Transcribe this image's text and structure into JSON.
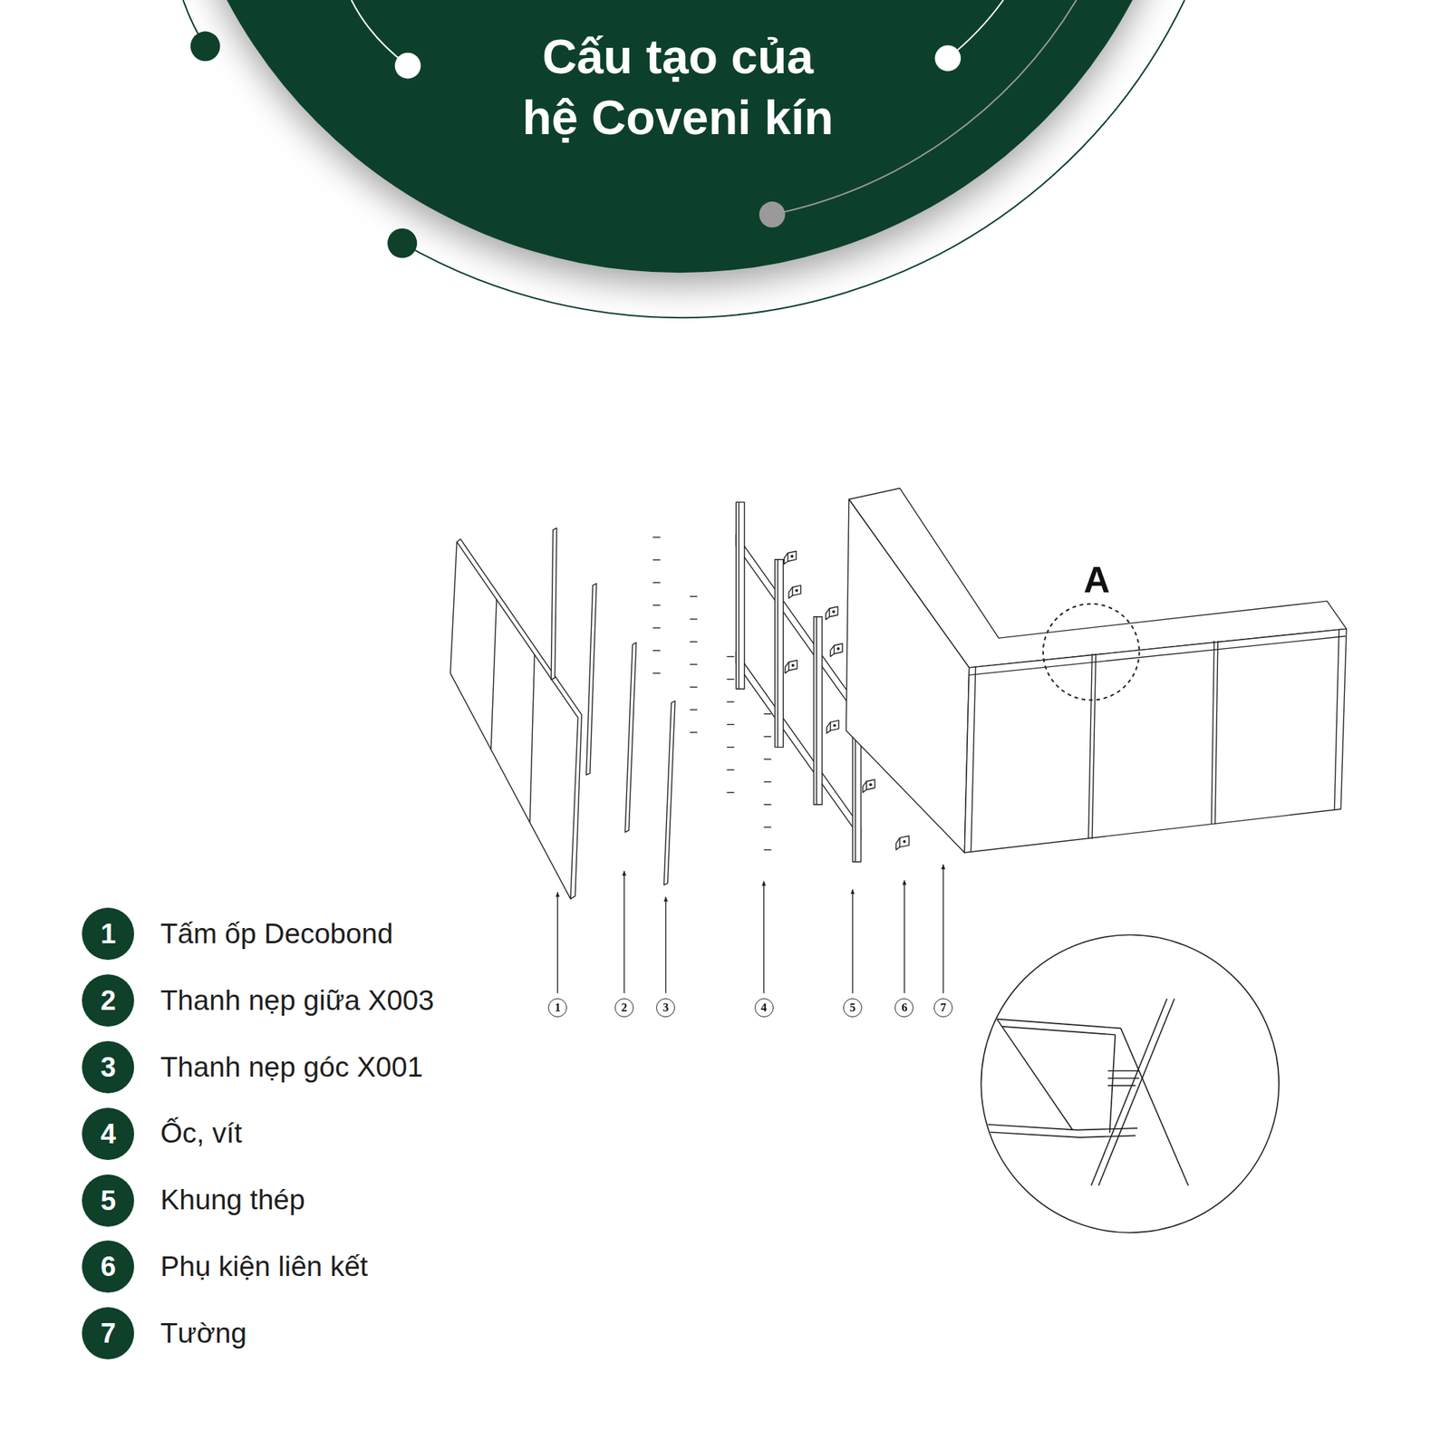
{
  "diagram": {
    "title": "Cấu tạo của hệ Coveni kín",
    "nodes": [
      {
        "text": [
          "1",
          "Tấm ốp Decobond"
        ]
      },
      {
        "text": [
          "2",
          "Thanh nẹp giữa X003"
        ]
      },
      {
        "text": [
          "3",
          "Thanh nẹp góc X001"
        ]
      },
      {
        "text": [
          "4",
          "Ốc, vít"
        ]
      },
      {
        "text": [
          "5",
          "Khung thép"
        ]
      },
      {
        "text": [
          "6",
          "Phụ kiện liên kết"
        ]
      },
      {
        "text": [
          "7",
          "Tường"
        ]
      },
      {
        "text": [
          "1"
        ]
      },
      {
        "text": [
          "2"
        ]
      },
      {
        "text": [
          "3"
        ]
      },
      {
        "text": [
          "4"
        ]
      },
      {
        "text": [
          "5"
        ]
      },
      {
        "text": [
          "6"
        ]
      },
      {
        "text": [
          "7"
        ]
      }
    ],
    "labels": [
      "A"
    ]
  }
}
